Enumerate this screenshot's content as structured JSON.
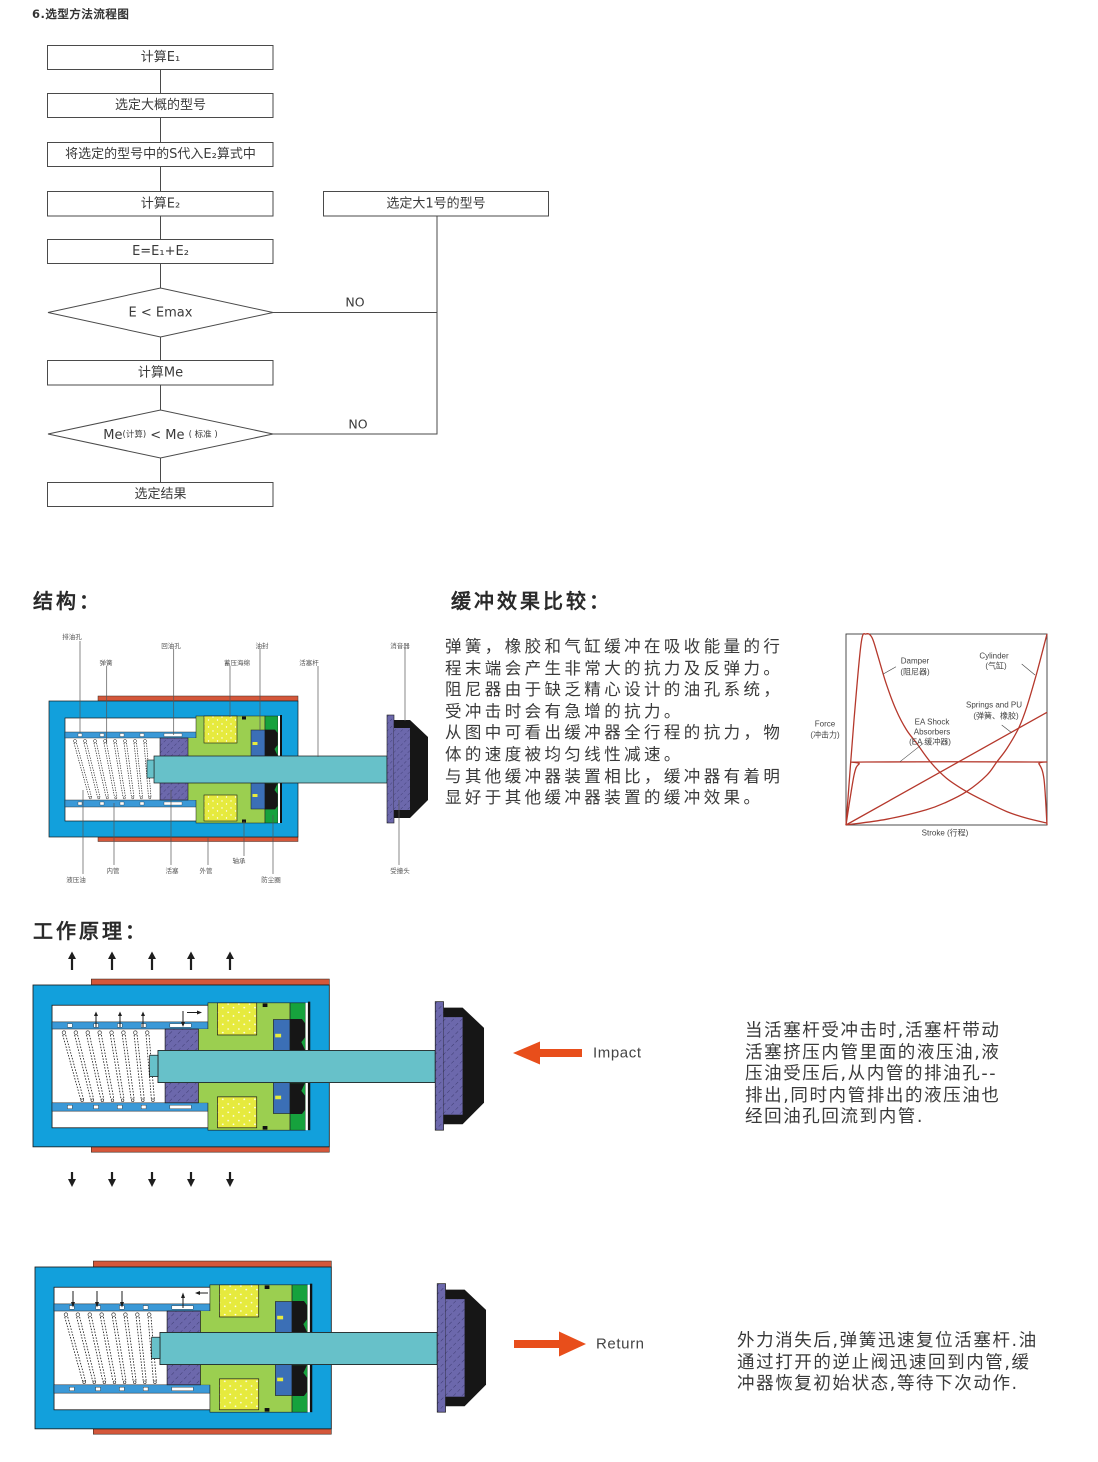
{
  "page": {
    "title": "6.选型方法流程图"
  },
  "flowchart": {
    "steps": {
      "calc_e1": "计算E₁",
      "select_approx_model": "选定大概的型号",
      "substitute_s": "将选定的型号中的S代入E₂算式中",
      "calc_e2": "计算E₂",
      "select_larger_model": "选定大1号的型号",
      "sum_e": "E=E₁+E₂",
      "check_emax": "E < Emax",
      "calc_me": "计算Me",
      "result": "选定结果"
    },
    "decision_me": {
      "lhs": "Me",
      "lhs_note": "(计算)",
      "op": " < Me ",
      "rhs_note": "( 标准 )"
    },
    "no_label_1": "NO",
    "no_label_2": "NO"
  },
  "structure": {
    "heading": "结构：",
    "labels_top": [
      "排油孔",
      "弹簧",
      "回油孔",
      "蓄压海绵",
      "油封",
      "活塞杆",
      "消音器"
    ],
    "labels_bottom": [
      "液压油",
      "内管",
      "活塞",
      "外管",
      "轴承",
      "防尘圈",
      "受撞头"
    ]
  },
  "comparison": {
    "heading": "缓冲效果比较：",
    "lines": [
      "弹簧，橡胶和气缸缓冲在吸收能量的行",
      "程末端会产生非常大的抗力及反弹力。",
      "阻尼器由于缺乏精心设计的油孔系统，",
      "受冲击时会有急增的抗力。",
      "从图中可看出缓冲器全行程的抗力，物",
      "体的速度被均匀线性减速。",
      "与其他缓冲器装置相比，缓冲器有着明",
      "显好于其他缓冲器装置的缓冲效果。"
    ]
  },
  "chart_data": {
    "type": "line",
    "title": "",
    "xlabel": "Stroke (行程)",
    "ylabel_lines": [
      "Force",
      "(冲击力)"
    ],
    "ylabel": "Force (冲击力)",
    "xlim": [
      0,
      1
    ],
    "ylim": [
      0,
      1
    ],
    "units": "normalized (no tick values shown)",
    "grid": false,
    "legend": "inline annotations",
    "series": [
      {
        "name": "Damper",
        "label_lines": [
          "Damper"
        ],
        "label_cn": "(阻尼器)",
        "x": [
          0,
          0.04,
          0.075,
          0.1,
          0.13,
          0.16,
          0.2,
          0.25,
          0.3,
          0.35,
          0.42,
          0.5,
          0.6,
          0.7,
          0.8,
          0.9,
          1.0
        ],
        "y": [
          0,
          0.55,
          0.95,
          1.0,
          0.98,
          0.88,
          0.74,
          0.6,
          0.5,
          0.43,
          0.33,
          0.245,
          0.175,
          0.12,
          0.07,
          0.035,
          0.01
        ]
      },
      {
        "name": "Cylinder",
        "label_lines": [
          "Cylinder"
        ],
        "label_cn": "(气缸)",
        "x": [
          0,
          0.2,
          0.4,
          0.5,
          0.6,
          0.7,
          0.75,
          0.8,
          0.86,
          0.9,
          0.95,
          1.0
        ],
        "y": [
          0,
          0.03,
          0.08,
          0.12,
          0.175,
          0.26,
          0.33,
          0.4,
          0.51,
          0.62,
          0.8,
          1.0
        ]
      },
      {
        "name": "Springs and PU",
        "label_lines": [
          "Springs and PU"
        ],
        "label_cn": "(弹簧、橡胶)",
        "x": [
          0,
          1.0
        ],
        "y": [
          0,
          0.59
        ]
      },
      {
        "name": "EA Shock Absorbers",
        "label_lines": [
          "EA Shock",
          "Absorbers"
        ],
        "label_cn": "(EA 缓冲器)",
        "x": [
          0,
          0.04,
          0.065,
          0.1,
          0.93,
          0.96,
          0.985,
          1.0
        ],
        "y": [
          0,
          0.26,
          0.32,
          0.33,
          0.33,
          0.32,
          0.24,
          0
        ]
      }
    ]
  },
  "working_principle": {
    "heading": "工作原理：",
    "impact": {
      "label": "Impact",
      "lines": [
        "当活塞杆受冲击时,活塞杆带动",
        "活塞挤压内管里面的液压油,液",
        "压油受压后,从内管的排油孔--",
        "排出,同时内管排出的液压油也",
        "经回油孔回流到内管."
      ]
    },
    "return": {
      "label": "Return",
      "lines": [
        "外力消失后,弹簧迅速复位活塞杆.油",
        "通过打开的逆止阀迅速回到内管,缓",
        "冲器恢复初始状态,等待下次动作."
      ]
    }
  },
  "colors": {
    "body_blue": "#12a0dc",
    "inner_tube_blue": "#3b99d7",
    "outer_tube_orange": "#d4573a",
    "bearing_green": "#9bcf50",
    "seal_dark_green": "#16a23d",
    "sponge_yellow": "#e6ea3e",
    "seal_blue": "#3b6fb6",
    "piston_purple": "#6c68ac",
    "rod_teal": "#67c1c9",
    "arrow_orange": "#e84e1b",
    "curve_red": "#b5382c"
  }
}
